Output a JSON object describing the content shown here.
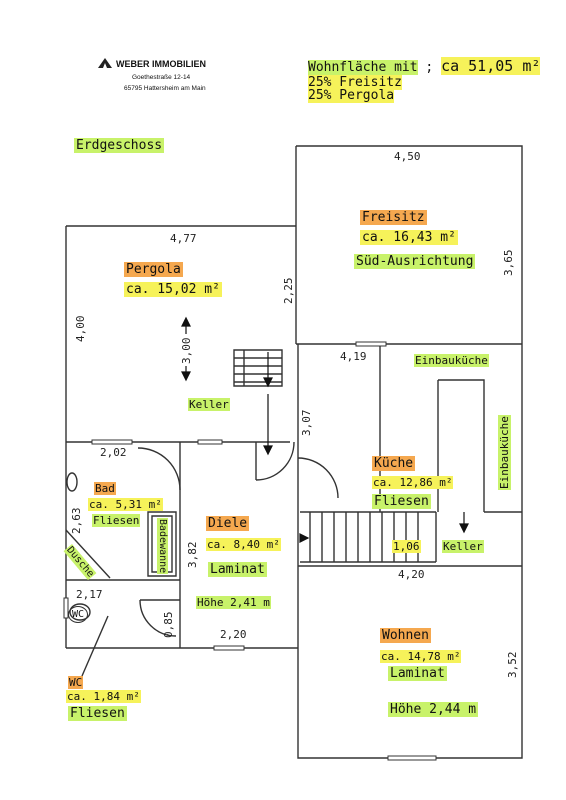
{
  "logo": {
    "company": "WEBER IMMOBILIEN",
    "street": "Goethestraße 12-14",
    "city": "65795 Hattersheim am Main"
  },
  "summary": {
    "line1": "Wohnfläche mit",
    "semicolon": ";",
    "total": "ca 51,05 m²",
    "line2": "25% Freisitz",
    "line3": "25% Pergola"
  },
  "floor_label": "Erdgeschoss",
  "rooms": {
    "freisitz": {
      "name": "Freisitz",
      "area": "ca. 16,43 m²",
      "note": "Süd-Ausrichtung"
    },
    "pergola": {
      "name": "Pergola",
      "area": "ca. 15,02 m²"
    },
    "kueche": {
      "name": "Küche",
      "area": "ca. 12,86 m²",
      "floor": "Fliesen"
    },
    "einbaukueche_top": "Einbauküche",
    "einbaukueche_side": "Einbauküche",
    "bad": {
      "name": "Bad",
      "area": "ca. 5,31 m²",
      "floor": "Fliesen"
    },
    "dusche": "Dusche",
    "badewanne": "Badewanne",
    "diele": {
      "name": "Diele",
      "area": "ca. 8,40 m²",
      "floor": "Laminat",
      "height": "Höhe 2,41 m"
    },
    "wohnen": {
      "name": "Wohnen",
      "area": "ca. 14,78 m²",
      "floor": "Laminat",
      "height": "Höhe 2,44 m"
    },
    "wc": {
      "name": "WC",
      "area": "ca. 1,84 m²",
      "floor": "Fliesen",
      "symbol": "WC"
    },
    "keller_left": "Keller",
    "keller_right": "Keller"
  },
  "dimensions": {
    "freisitz_width": "4,50",
    "freisitz_height": "3,65",
    "pergola_width": "4,77",
    "pergola_left": "4,00",
    "pergola_mid": "2,25",
    "stair_len": "3,00",
    "kueche_width": "4,19",
    "kueche_height": "3,07",
    "bad_width": "2,02",
    "bad_height": "2,63",
    "diele_height": "3,82",
    "wc_width": "2,17",
    "wc_height": "0,85",
    "diele_width": "2,20",
    "wohnen_width": "4,20",
    "wohnen_height": "3,52",
    "step": "1,06"
  },
  "colors": {
    "green": "#c8f26a",
    "yellow": "#f6f25a",
    "orange": "#f5a84f",
    "wall": "#333333"
  }
}
